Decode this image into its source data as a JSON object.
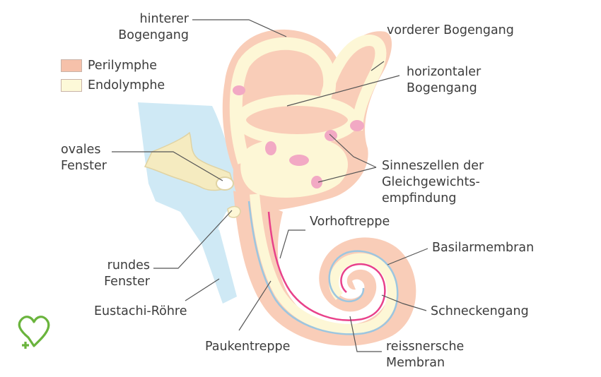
{
  "legend": {
    "perilymphe": {
      "label": "Perilymphe",
      "color": "#f6c1aa"
    },
    "endolymphe": {
      "label": "Endolymphe",
      "color": "#fdf9d8"
    }
  },
  "labels": {
    "hinterer_bogengang": [
      "hinterer",
      "Bogengang"
    ],
    "vorderer_bogengang": "vorderer Bogengang",
    "horizontaler_bogengang": [
      "horizontaler",
      "Bogengang"
    ],
    "ovales_fenster": [
      "ovales",
      "Fenster"
    ],
    "sinneszellen": [
      "Sinneszellen der",
      "Gleichgewichts-",
      "empfindung"
    ],
    "vorhoftreppe": "Vorhoftreppe",
    "basilarmembran": "Basilarmembran",
    "rundes_fenster": [
      "rundes",
      "Fenster"
    ],
    "eustachi_roehre": "Eustachi-Röhre",
    "schneckengang": "Schneckengang",
    "paukentreppe": "Paukentreppe",
    "reissnersche_membran": [
      "reissnersche",
      "Membran"
    ]
  },
  "colors": {
    "perilymph": "#f9cdb8",
    "endolymph": "#fdf7d6",
    "endolymph_dark": "#f5ebc0",
    "sensory_cells": "#f2a9c4",
    "eardrum_area": "#cfe9f5",
    "basilar_line": "#9cc6e0",
    "reissner_line": "#e8418a",
    "leader_line": "#555555",
    "logo": "#6ab43d"
  },
  "icons": {
    "logo": "heart-cross-logo"
  }
}
